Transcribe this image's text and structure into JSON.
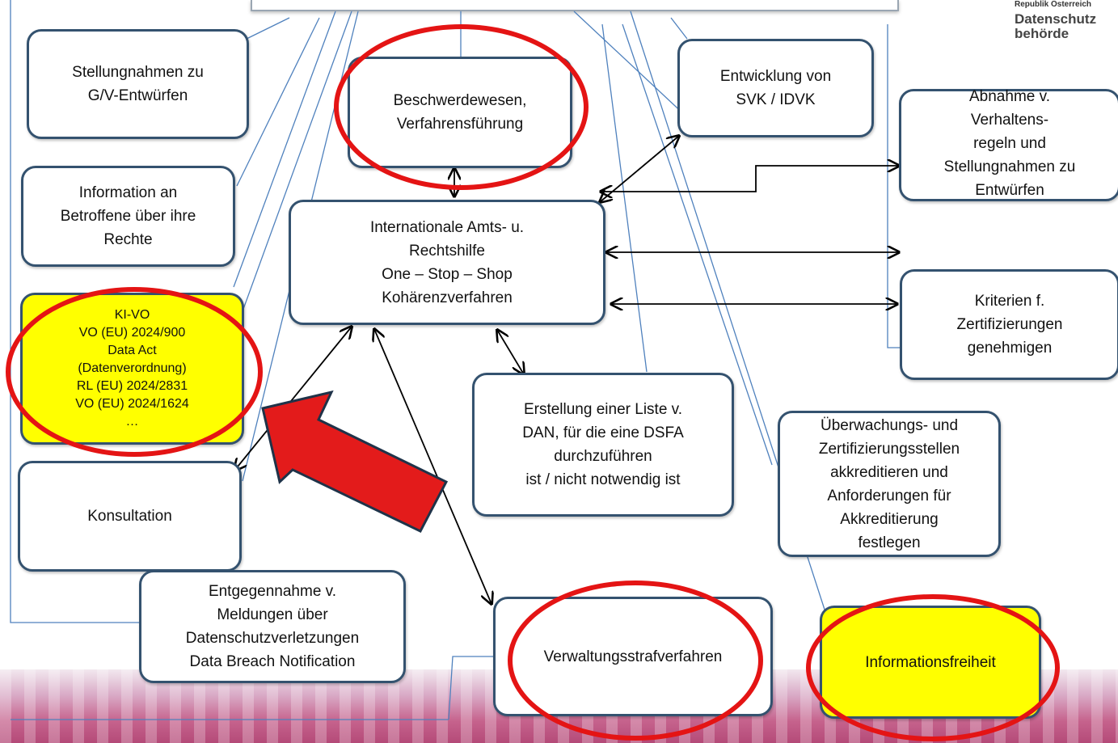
{
  "header": {
    "republic_label": "Republik Österreich",
    "authority_name": "Datenschutz\nbehörde"
  },
  "boxes": {
    "stellungnahmen": "Stellungnahmen zu\nG/V-Entwürfen",
    "beschwerdewesen": "Beschwerdewesen,\nVerfahrensführung",
    "entwicklung": "Entwicklung von\nSVK / IDVK",
    "abnahme": "Abnahme v.\nVerhaltens-\nregeln und\nStellungnahmen zu\nEntwürfen",
    "information": "Information an\nBetroffene über ihre\nRechte",
    "international": "Internationale Amts- u.\nRechtshilfe\nOne – Stop – Shop\nKohärenzverfahren",
    "kriterien": "Kriterien f.\nZertifizierungen\ngenehmigen",
    "kivo": "KI-VO\nVO (EU) 2024/900\nData Act\n(Datenverordnung)\nRL (EU) 2024/2831\nVO (EU) 2024/1624\n…",
    "liste": "Erstellung einer Liste v.\nDAN, für die eine DSFA\ndurchzuführen\nist / nicht notwendig ist",
    "ueberwachung": "Überwachungs- und\nZertifizierungsstellen\nakkreditieren und\nAnforderungen für\nAkkreditierung\nfestlegen",
    "konsultation": "Konsultation",
    "entgegennahme": "Entgegennahme v.\nMeldungen über\nDatenschutzverletzungen\nData Breach Notification",
    "verwaltungsstraf": "Verwaltungsstrafverfahren",
    "informationsfreiheit": "Informationsfreiheit"
  },
  "colors": {
    "box_border": "#34526f",
    "highlight_yellow": "#ffff00",
    "ellipse_red": "#e41414",
    "arrow_red": "#e31b1b",
    "connector_blue": "#4f81bd"
  }
}
